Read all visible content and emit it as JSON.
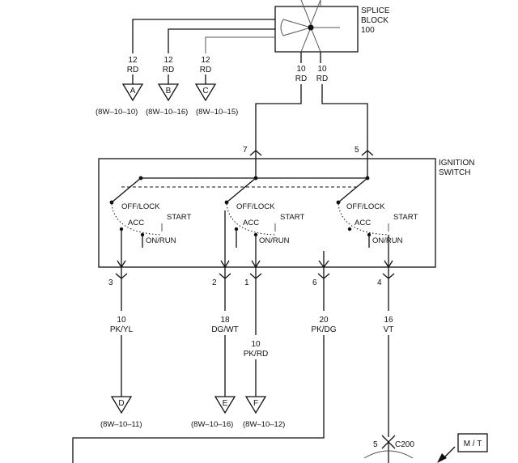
{
  "splice_block": {
    "line1": "SPLICE",
    "line2": "BLOCK",
    "line3": "100"
  },
  "ignition_switch": {
    "line1": "IGNITION",
    "line2": "SWITCH"
  },
  "splice_wires": [
    {
      "gauge": "12",
      "color": "RD"
    },
    {
      "gauge": "12",
      "color": "RD"
    },
    {
      "gauge": "12",
      "color": "RD"
    },
    {
      "gauge": "10",
      "color": "RD"
    },
    {
      "gauge": "10",
      "color": "RD"
    }
  ],
  "top_connectors": [
    {
      "letter": "A",
      "ref": "(8W–10–10)"
    },
    {
      "letter": "B",
      "ref": "(8W–10–16)"
    },
    {
      "letter": "C",
      "ref": "(8W–10–15)"
    }
  ],
  "input_pins": [
    "7",
    "5"
  ],
  "switch_labels": {
    "off_lock": "OFF/LOCK",
    "start": "START",
    "acc": "ACC",
    "on_run": "ON/RUN"
  },
  "output_pins": [
    "3",
    "2",
    "1",
    "6",
    "4"
  ],
  "output_wires": [
    {
      "gauge": "10",
      "color": "PK/YL"
    },
    {
      "gauge": "18",
      "color": "DG/WT"
    },
    {
      "gauge": "10",
      "color": "PK/RD"
    },
    {
      "gauge": "20",
      "color": "PK/DG"
    },
    {
      "gauge": "16",
      "color": "VT"
    }
  ],
  "bottom_connectors": [
    {
      "letter": "D",
      "ref": "(8W–10–11)"
    },
    {
      "letter": "E",
      "ref": "(8W–10–16)"
    },
    {
      "letter": "F",
      "ref": "(8W–10–12)"
    }
  ],
  "c200": {
    "pin": "5",
    "name": "C200"
  },
  "mt_box": "M / T"
}
